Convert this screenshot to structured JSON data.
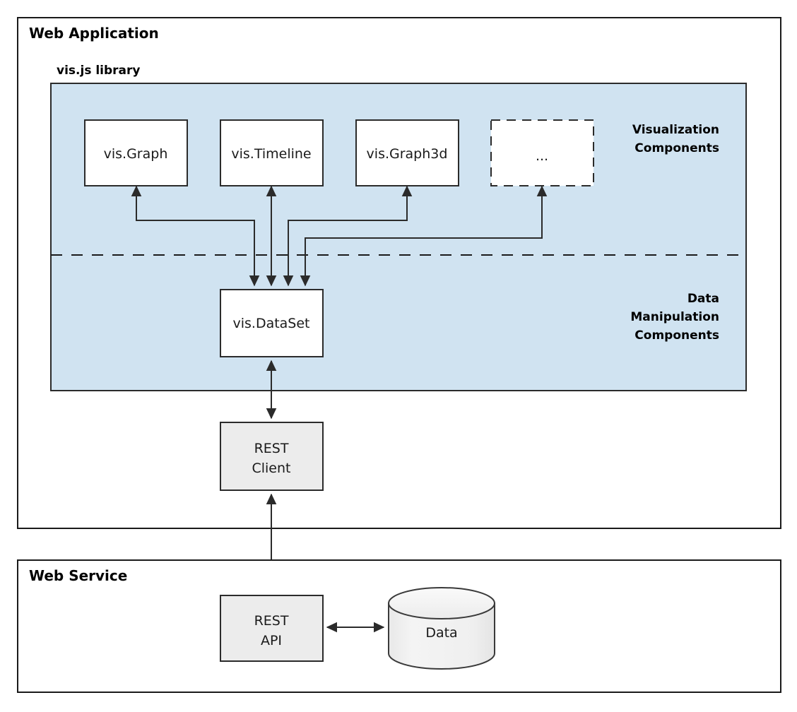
{
  "frames": {
    "web_application": "Web Application",
    "web_service": "Web Service"
  },
  "library": {
    "title": "vis.js library",
    "group_labels": {
      "visualization_line1": "Visualization",
      "visualization_line2": "Components",
      "data_line1": "Data",
      "data_line2": "Manipulation",
      "data_line3": "Components"
    }
  },
  "nodes": {
    "vis_graph": "vis.Graph",
    "vis_timeline": "vis.Timeline",
    "vis_graph3d": "vis.Graph3d",
    "more": "...",
    "vis_dataset": "vis.DataSet",
    "rest_client_line1": "REST",
    "rest_client_line2": "Client",
    "rest_api_line1": "REST",
    "rest_api_line2": "API",
    "data_store": "Data"
  },
  "colors": {
    "panel_fill": "#d0e3f1",
    "box_fill": "#ffffff",
    "gray_box_fill": "#ececec",
    "cylinder_fill": "#efefef",
    "stroke": "#2b2b2b"
  }
}
